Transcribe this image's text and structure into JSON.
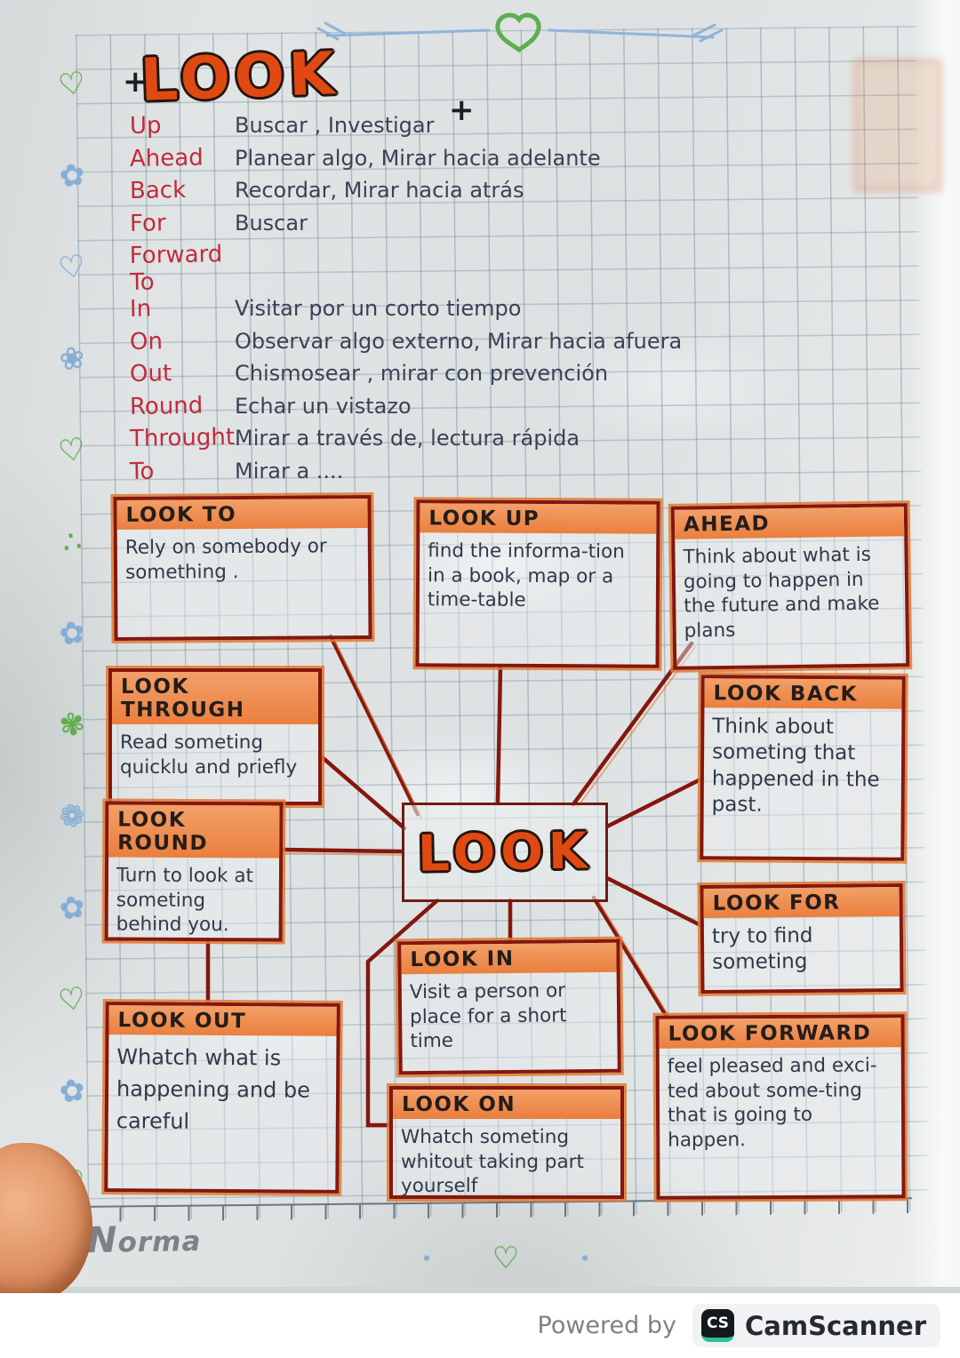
{
  "colors": {
    "highlight_orange": "#ea7f3e",
    "box_border_red": "#84170d",
    "list_red": "#c22b3b",
    "ink": "#313848",
    "bubble_orange": "#e04a12",
    "paper": "#dde1e2",
    "grid_blue": "#648096",
    "doodle_green": "#5fae4e",
    "doodle_blue": "#85aed6",
    "camscanner_teal": "#2fbf9a"
  },
  "header": {
    "title": "LOOK",
    "plus_left": "+",
    "plus_right": "+"
  },
  "particles": [
    {
      "label": "Up",
      "meaning": "Buscar , Investigar"
    },
    {
      "label": "Ahead",
      "meaning": "Planear algo, Mirar hacia adelante"
    },
    {
      "label": "Back",
      "meaning": "Recordar, Mirar hacia atrás"
    },
    {
      "label": "For",
      "meaning": "Buscar"
    },
    {
      "label": "Forward To",
      "meaning": ""
    },
    {
      "label": "In",
      "meaning": "Visitar por un corto tiempo"
    },
    {
      "label": "On",
      "meaning": "Observar algo externo, Mirar hacia afuera"
    },
    {
      "label": "Out",
      "meaning": "Chismosear , mirar con prevención"
    },
    {
      "label": "Round",
      "meaning": "Echar un vistazo"
    },
    {
      "label": "Throught",
      "meaning": "Mirar a través de, lectura rápida"
    },
    {
      "label": "To",
      "meaning": "Mirar a ...."
    }
  ],
  "mindmap": {
    "center_label": "LOOK",
    "nodes": [
      {
        "title": "LOOK TO",
        "desc": "Rely on somebody or something ."
      },
      {
        "title": "LOOK UP",
        "desc": "find the informa-tion in a book, map or a time-table"
      },
      {
        "title": "AHEAD",
        "desc": "Think about what is going to happen in the future and make plans"
      },
      {
        "title": "LOOK THROUGH",
        "desc": "Read someting quicklu and priefly"
      },
      {
        "title": "LOOK BACK",
        "desc": "Think about someting that happened in the past."
      },
      {
        "title": "LOOK ROUND",
        "desc": "Turn to look at someting behind you."
      },
      {
        "title": "LOOK FOR",
        "desc": "try to find someting"
      },
      {
        "title": "LOOK IN",
        "desc": "Visit a person or place for a short time"
      },
      {
        "title": "LOOK OUT",
        "desc": "Whatch what is happening and be careful"
      },
      {
        "title": "LOOK ON",
        "desc": "Whatch someting whitout taking part yourself"
      },
      {
        "title": "LOOK FORWARD",
        "desc": "feel pleased and exci-ted about some-ting that is going to happen."
      }
    ]
  },
  "doodles": {
    "margin": [
      {
        "glyph": "♡",
        "color": "green"
      },
      {
        "glyph": "✿",
        "color": "blue"
      },
      {
        "glyph": "♡",
        "color": "blue"
      },
      {
        "glyph": "❀",
        "color": "blue"
      },
      {
        "glyph": "♡",
        "color": "green"
      },
      {
        "glyph": "∴",
        "color": "green"
      },
      {
        "glyph": "✿",
        "color": "blue"
      },
      {
        "glyph": "✾",
        "color": "green"
      },
      {
        "glyph": "❁",
        "color": "blue"
      },
      {
        "glyph": "✿",
        "color": "blue"
      },
      {
        "glyph": "♡",
        "color": "green"
      },
      {
        "glyph": "✿",
        "color": "blue"
      },
      {
        "glyph": "♡",
        "color": "green"
      }
    ],
    "bottom": [
      {
        "glyph": "•",
        "color": "blue"
      },
      {
        "glyph": "♡",
        "color": "green"
      },
      {
        "glyph": "•",
        "color": "blue"
      }
    ]
  },
  "footer": {
    "notebook_brand": "Norma",
    "powered_by": "Powered by",
    "scanner_badge": "CS",
    "scanner_name": "CamScanner"
  }
}
